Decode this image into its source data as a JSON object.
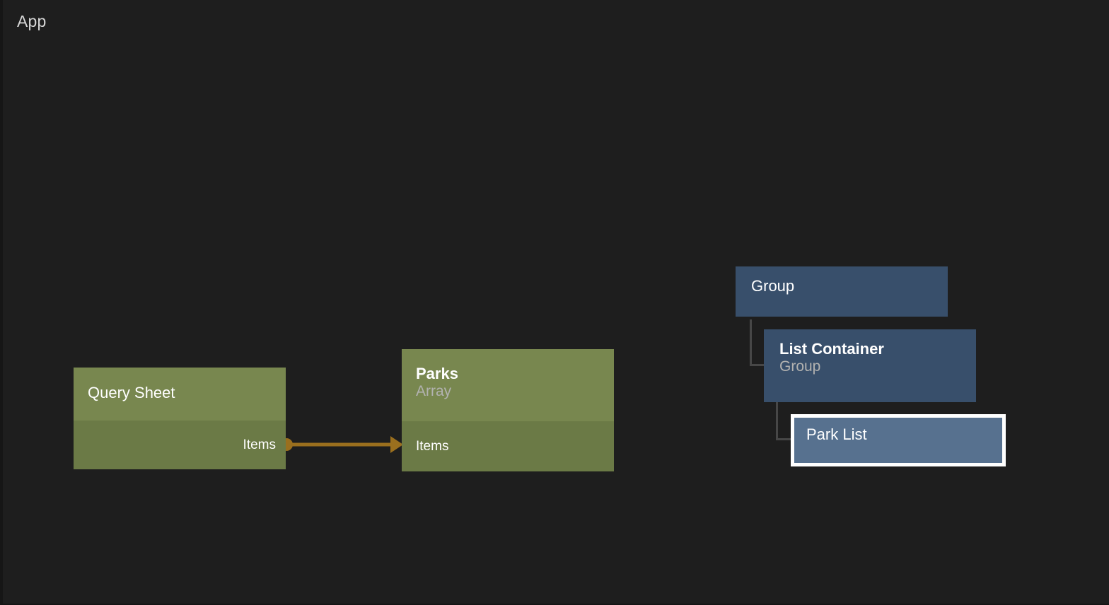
{
  "app": {
    "title": "App",
    "background_color": "#1e1e1e"
  },
  "palette": {
    "green_header": "#78874f",
    "green_body": "#6b7a46",
    "blue_node": "#384f6b",
    "blue_selected": "#57718f",
    "selection_border": "#ffffff",
    "edge_color": "#9a6f1e",
    "tree_line": "#474747",
    "text_primary": "#ffffff",
    "text_secondary": "#b2b2b0"
  },
  "graph": {
    "nodes": [
      {
        "id": "query-sheet",
        "kind": "data-node",
        "title": "Query Sheet",
        "subtitle": "",
        "ports": [
          {
            "name": "Items",
            "direction": "output",
            "connected": true
          }
        ]
      },
      {
        "id": "parks",
        "kind": "data-node",
        "title": "Parks",
        "subtitle": "Array",
        "ports": [
          {
            "name": "Items",
            "direction": "input",
            "connected": true
          }
        ]
      }
    ],
    "tree": [
      {
        "id": "group",
        "kind": "layer-node",
        "title": "Group",
        "subtitle": "",
        "selected": false,
        "depth": 0
      },
      {
        "id": "list-container",
        "kind": "layer-node",
        "title": "List Container",
        "subtitle": "Group",
        "selected": false,
        "depth": 1
      },
      {
        "id": "park-list",
        "kind": "layer-node",
        "title": "Park List",
        "subtitle": "",
        "selected": true,
        "depth": 2
      }
    ],
    "edges": [
      {
        "id": "edge-items",
        "from_node": "query-sheet",
        "from_port": "Items",
        "to_node": "parks",
        "to_port": "Items",
        "color": "#9a6f1e"
      }
    ]
  }
}
